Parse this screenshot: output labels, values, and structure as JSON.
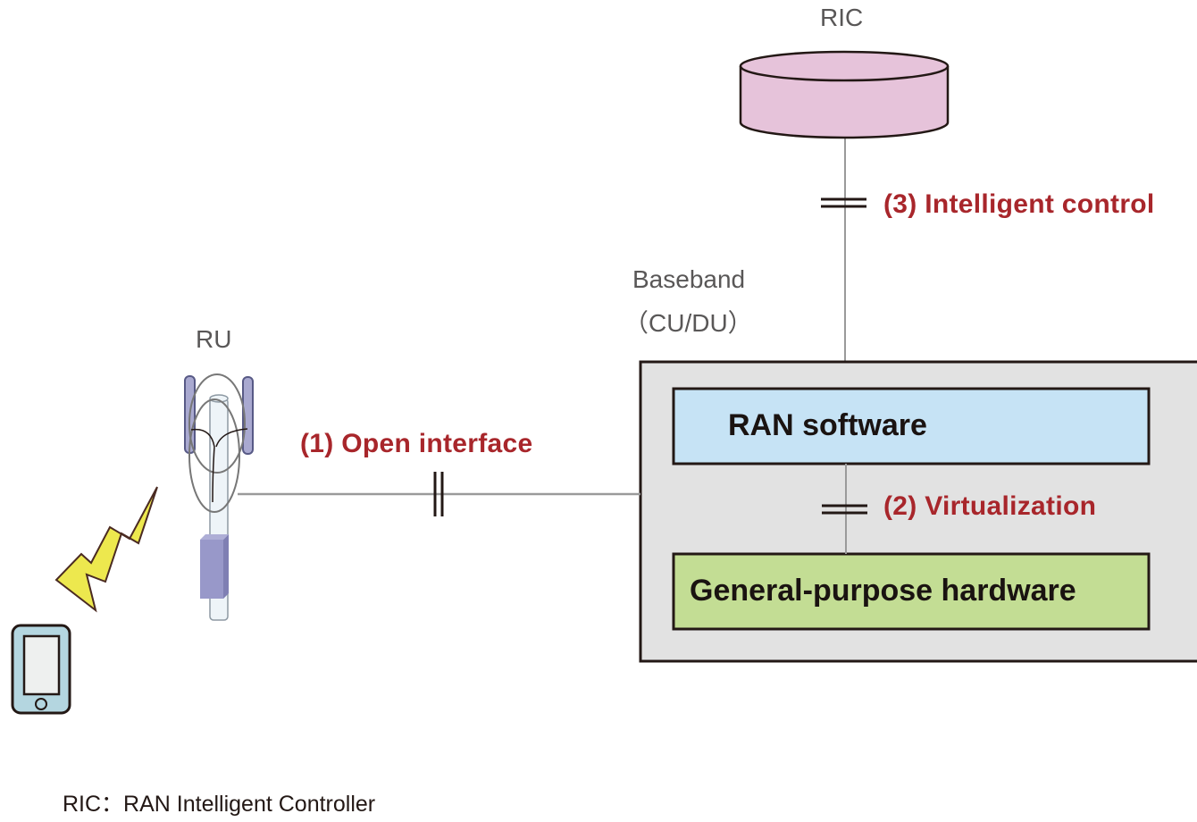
{
  "title": "Open RAN architecture overview",
  "nodes": {
    "ric": {
      "label": "RIC",
      "fill": "#e6c3da"
    },
    "ru": {
      "label": "RU"
    },
    "baseband": {
      "label_line1": "Baseband",
      "label_line2": "（CU/DU）",
      "fill": "#e2e2e2"
    },
    "ran_software": {
      "label": "RAN software",
      "fill": "#c6e3f5"
    },
    "hardware": {
      "label": "General-purpose hardware",
      "fill": "#c3dd94"
    }
  },
  "interfaces": [
    {
      "id": "open-interface",
      "label": "(1) Open interface"
    },
    {
      "id": "virtualization",
      "label": "(2) Virtualization"
    },
    {
      "id": "intelligent-control",
      "label": "(3) Intelligent control"
    }
  ],
  "footnote": "RIC：RAN Intelligent Controller",
  "colors": {
    "accent_red": "#a8262b",
    "line_gray": "#9a9a9a",
    "lightning_yellow": "#ede84e",
    "phone_body": "#b4d6e0"
  }
}
